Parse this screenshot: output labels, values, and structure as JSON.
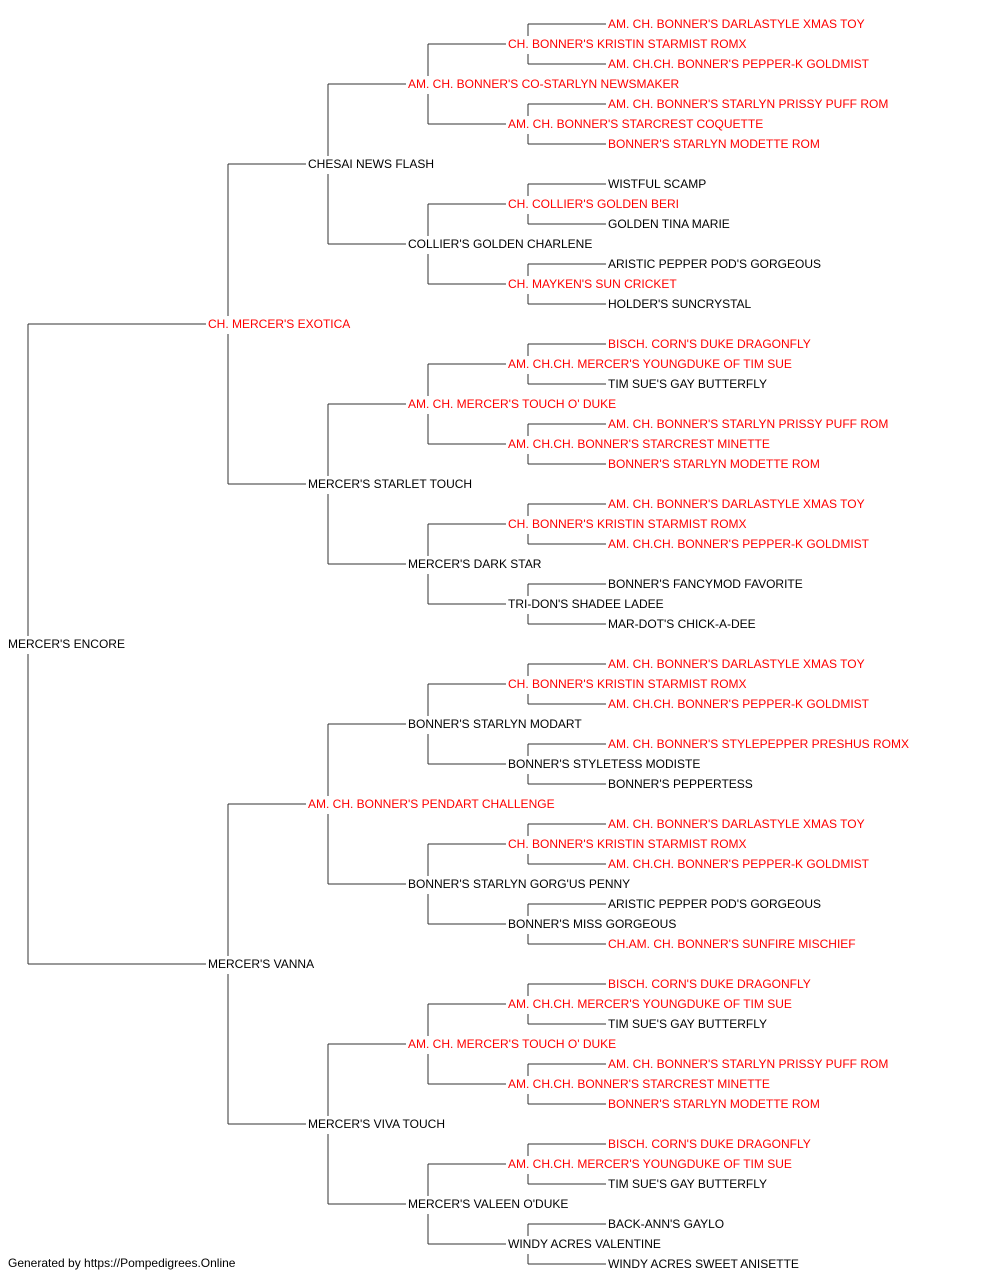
{
  "colors": {
    "champion": "#ff0000",
    "regular": "#000000",
    "line": "#333333"
  },
  "pedigree": {
    "name": "MERCER'S ENCORE",
    "champion": false,
    "sire": {
      "name": "CH. MERCER'S EXOTICA",
      "champion": true,
      "sire": {
        "name": "CHESAI NEWS FLASH",
        "champion": false,
        "sire": {
          "name": "AM. CH. BONNER'S CO-STARLYN NEWSMAKER",
          "champion": true,
          "sire": {
            "name": "CH. BONNER'S KRISTIN STARMIST ROMX",
            "champion": true,
            "sire": {
              "name": "AM. CH. BONNER'S DARLASTYLE XMAS TOY",
              "champion": true
            },
            "dam": {
              "name": "AM. CH.CH. BONNER'S PEPPER-K GOLDMIST",
              "champion": true
            }
          },
          "dam": {
            "name": "AM. CH. BONNER'S STARCREST COQUETTE",
            "champion": true,
            "sire": {
              "name": "AM. CH. BONNER'S STARLYN PRISSY PUFF ROM",
              "champion": true
            },
            "dam": {
              "name": "BONNER'S STARLYN MODETTE ROM",
              "champion": true
            }
          }
        },
        "dam": {
          "name": "COLLIER'S GOLDEN CHARLENE",
          "champion": false,
          "sire": {
            "name": "CH. COLLIER'S GOLDEN BERI",
            "champion": true,
            "sire": {
              "name": "WISTFUL SCAMP",
              "champion": false
            },
            "dam": {
              "name": "GOLDEN TINA MARIE",
              "champion": false
            }
          },
          "dam": {
            "name": "CH. MAYKEN'S SUN CRICKET",
            "champion": true,
            "sire": {
              "name": "ARISTIC PEPPER POD'S GORGEOUS",
              "champion": false
            },
            "dam": {
              "name": "HOLDER'S SUNCRYSTAL",
              "champion": false
            }
          }
        }
      },
      "dam": {
        "name": "MERCER'S STARLET TOUCH",
        "champion": false,
        "sire": {
          "name": "AM. CH. MERCER'S TOUCH O' DUKE",
          "champion": true,
          "sire": {
            "name": "AM. CH.CH. MERCER'S YOUNGDUKE OF TIM SUE",
            "champion": true,
            "sire": {
              "name": "BISCH. CORN'S DUKE DRAGONFLY",
              "champion": true
            },
            "dam": {
              "name": "TIM SUE'S GAY BUTTERFLY",
              "champion": false
            }
          },
          "dam": {
            "name": "AM. CH.CH. BONNER'S STARCREST MINETTE",
            "champion": true,
            "sire": {
              "name": "AM. CH. BONNER'S STARLYN PRISSY PUFF ROM",
              "champion": true
            },
            "dam": {
              "name": "BONNER'S STARLYN MODETTE ROM",
              "champion": true
            }
          }
        },
        "dam": {
          "name": "MERCER'S DARK STAR",
          "champion": false,
          "sire": {
            "name": "CH. BONNER'S KRISTIN STARMIST ROMX",
            "champion": true,
            "sire": {
              "name": "AM. CH. BONNER'S DARLASTYLE XMAS TOY",
              "champion": true
            },
            "dam": {
              "name": "AM. CH.CH. BONNER'S PEPPER-K GOLDMIST",
              "champion": true
            }
          },
          "dam": {
            "name": "TRI-DON'S SHADEE LADEE",
            "champion": false,
            "sire": {
              "name": "BONNER'S FANCYMOD FAVORITE",
              "champion": false
            },
            "dam": {
              "name": "MAR-DOT'S CHICK-A-DEE",
              "champion": false
            }
          }
        }
      }
    },
    "dam": {
      "name": "MERCER'S VANNA",
      "champion": false,
      "sire": {
        "name": "AM. CH. BONNER'S PENDART CHALLENGE",
        "champion": true,
        "sire": {
          "name": "BONNER'S STARLYN MODART",
          "champion": false,
          "sire": {
            "name": "CH. BONNER'S KRISTIN STARMIST ROMX",
            "champion": true,
            "sire": {
              "name": "AM. CH. BONNER'S DARLASTYLE XMAS TOY",
              "champion": true
            },
            "dam": {
              "name": "AM. CH.CH. BONNER'S PEPPER-K GOLDMIST",
              "champion": true
            }
          },
          "dam": {
            "name": "BONNER'S STYLETESS MODISTE",
            "champion": false,
            "sire": {
              "name": "AM. CH. BONNER'S STYLEPEPPER PRESHUS ROMX",
              "champion": true
            },
            "dam": {
              "name": "BONNER'S PEPPERTESS",
              "champion": false
            }
          }
        },
        "dam": {
          "name": "BONNER'S STARLYN GORG'US PENNY",
          "champion": false,
          "sire": {
            "name": "CH. BONNER'S KRISTIN STARMIST ROMX",
            "champion": true,
            "sire": {
              "name": "AM. CH. BONNER'S DARLASTYLE XMAS TOY",
              "champion": true
            },
            "dam": {
              "name": "AM. CH.CH. BONNER'S PEPPER-K GOLDMIST",
              "champion": true
            }
          },
          "dam": {
            "name": "BONNER'S MISS GORGEOUS",
            "champion": false,
            "sire": {
              "name": "ARISTIC PEPPER POD'S GORGEOUS",
              "champion": false
            },
            "dam": {
              "name": "CH.AM. CH. BONNER'S SUNFIRE MISCHIEF",
              "champion": true
            }
          }
        }
      },
      "dam": {
        "name": "MERCER'S VIVA TOUCH",
        "champion": false,
        "sire": {
          "name": "AM. CH. MERCER'S TOUCH O' DUKE",
          "champion": true,
          "sire": {
            "name": "AM. CH.CH. MERCER'S YOUNGDUKE OF TIM SUE",
            "champion": true,
            "sire": {
              "name": "BISCH. CORN'S DUKE DRAGONFLY",
              "champion": true
            },
            "dam": {
              "name": "TIM SUE'S GAY BUTTERFLY",
              "champion": false
            }
          },
          "dam": {
            "name": "AM. CH.CH. BONNER'S STARCREST MINETTE",
            "champion": true,
            "sire": {
              "name": "AM. CH. BONNER'S STARLYN PRISSY PUFF ROM",
              "champion": true
            },
            "dam": {
              "name": "BONNER'S STARLYN MODETTE ROM",
              "champion": true
            }
          }
        },
        "dam": {
          "name": "MERCER'S VALEEN O'DUKE",
          "champion": false,
          "sire": {
            "name": "AM. CH.CH. MERCER'S YOUNGDUKE OF TIM SUE",
            "champion": true,
            "sire": {
              "name": "BISCH. CORN'S DUKE DRAGONFLY",
              "champion": true
            },
            "dam": {
              "name": "TIM SUE'S GAY BUTTERFLY",
              "champion": false
            }
          },
          "dam": {
            "name": "WINDY ACRES VALENTINE",
            "champion": false,
            "sire": {
              "name": "BACK-ANN'S GAYLO",
              "champion": false
            },
            "dam": {
              "name": "WINDY ACRES SWEET ANISETTE",
              "champion": false
            }
          }
        }
      }
    }
  },
  "footer": {
    "text": "Generated by https://Pompedigrees.Online"
  }
}
